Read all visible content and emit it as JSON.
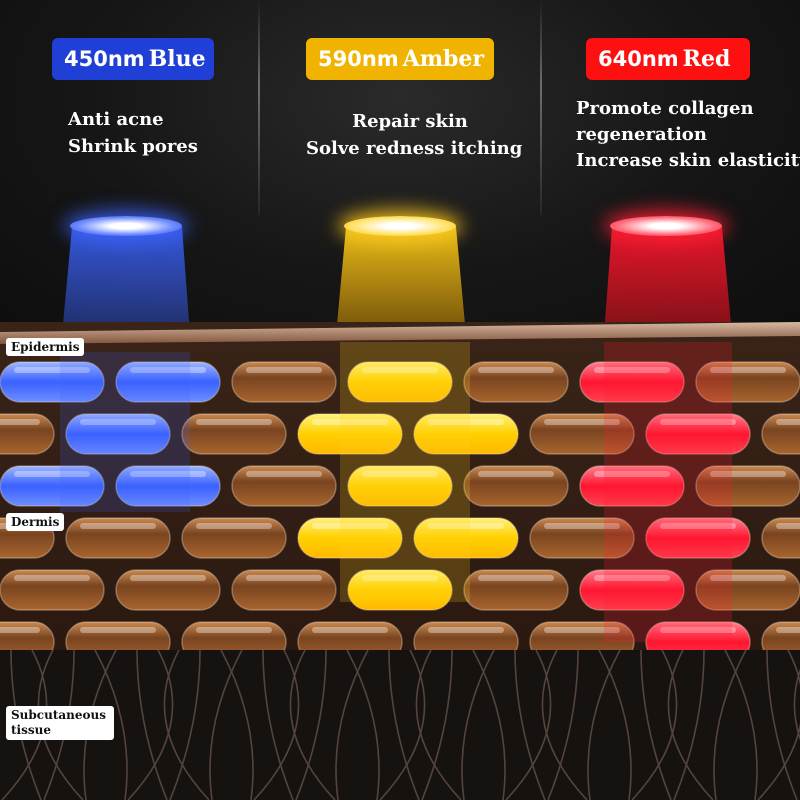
{
  "lights": [
    {
      "wavelength": "450nm",
      "color_name": "Blue",
      "badge_color": "#1f3fd6",
      "glow_color": "#3b63ff",
      "lines": [
        "Anti acne",
        "Shrink pores"
      ]
    },
    {
      "wavelength": "590nm",
      "color_name": "Amber",
      "badge_color": "#f0b400",
      "glow_color": "#ffd21a",
      "lines": [
        "Repair skin",
        "Solve redness itching"
      ]
    },
    {
      "wavelength": "640nm",
      "color_name": "Red",
      "badge_color": "#ff1010",
      "glow_color": "#ff2030",
      "lines": [
        "Promote collagen",
        "regeneration",
        "Increase skin elasticity"
      ]
    }
  ],
  "layers": {
    "epidermis": "Epidermis",
    "dermis": "Dermis",
    "subcutaneous": "Subcutaneous tissue"
  }
}
